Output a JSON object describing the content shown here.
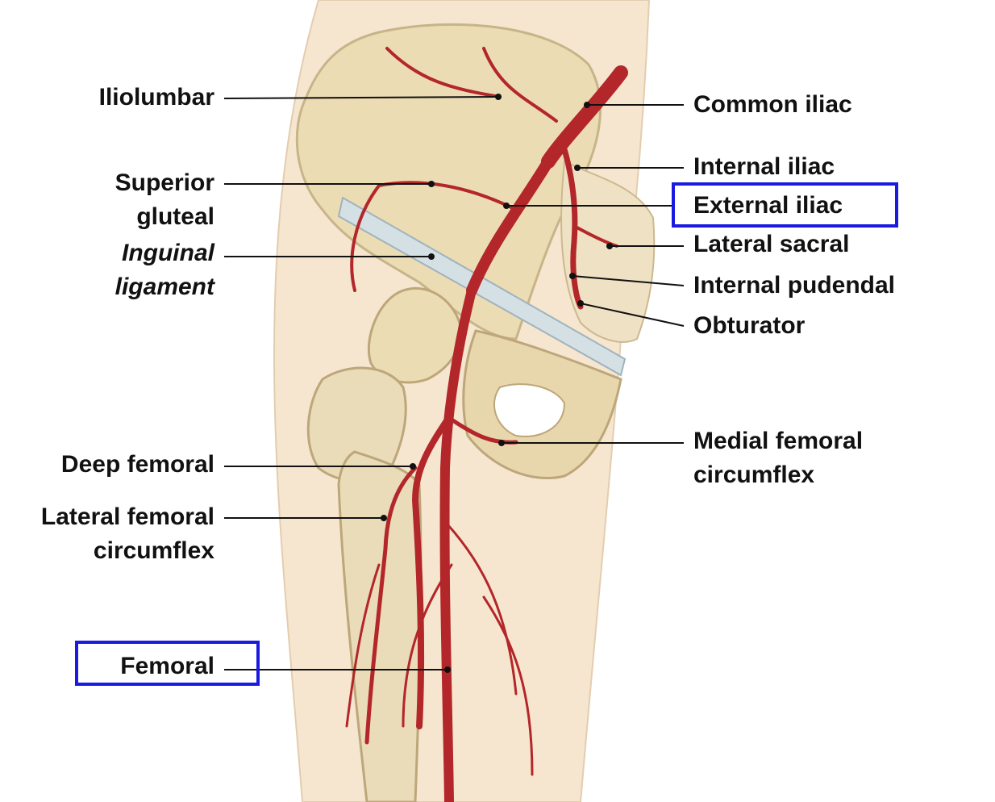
{
  "highlight_color": "#1a1ae0",
  "artery_color": "#b3262a",
  "bone_color": "#eadcb8",
  "ligament_color": "#c9d6dc",
  "labels_left": {
    "iliolumbar": "Iliolumbar",
    "superior_gluteal_1": "Superior",
    "superior_gluteal_2": "gluteal",
    "inguinal_ligament_1": "Inguinal",
    "inguinal_ligament_2": "ligament",
    "deep_femoral": "Deep femoral",
    "lateral_femoral_circumflex_1": "Lateral femoral",
    "lateral_femoral_circumflex_2": "circumflex",
    "femoral": "Femoral"
  },
  "labels_right": {
    "common_iliac": "Common iliac",
    "internal_iliac": "Internal iliac",
    "external_iliac": "External iliac",
    "lateral_sacral": "Lateral sacral",
    "internal_pudendal": "Internal pudendal",
    "obturator": "Obturator",
    "medial_femoral_circumflex_1": "Medial femoral",
    "medial_femoral_circumflex_2": "circumflex"
  },
  "highlighted_labels": [
    "External iliac",
    "Femoral"
  ]
}
